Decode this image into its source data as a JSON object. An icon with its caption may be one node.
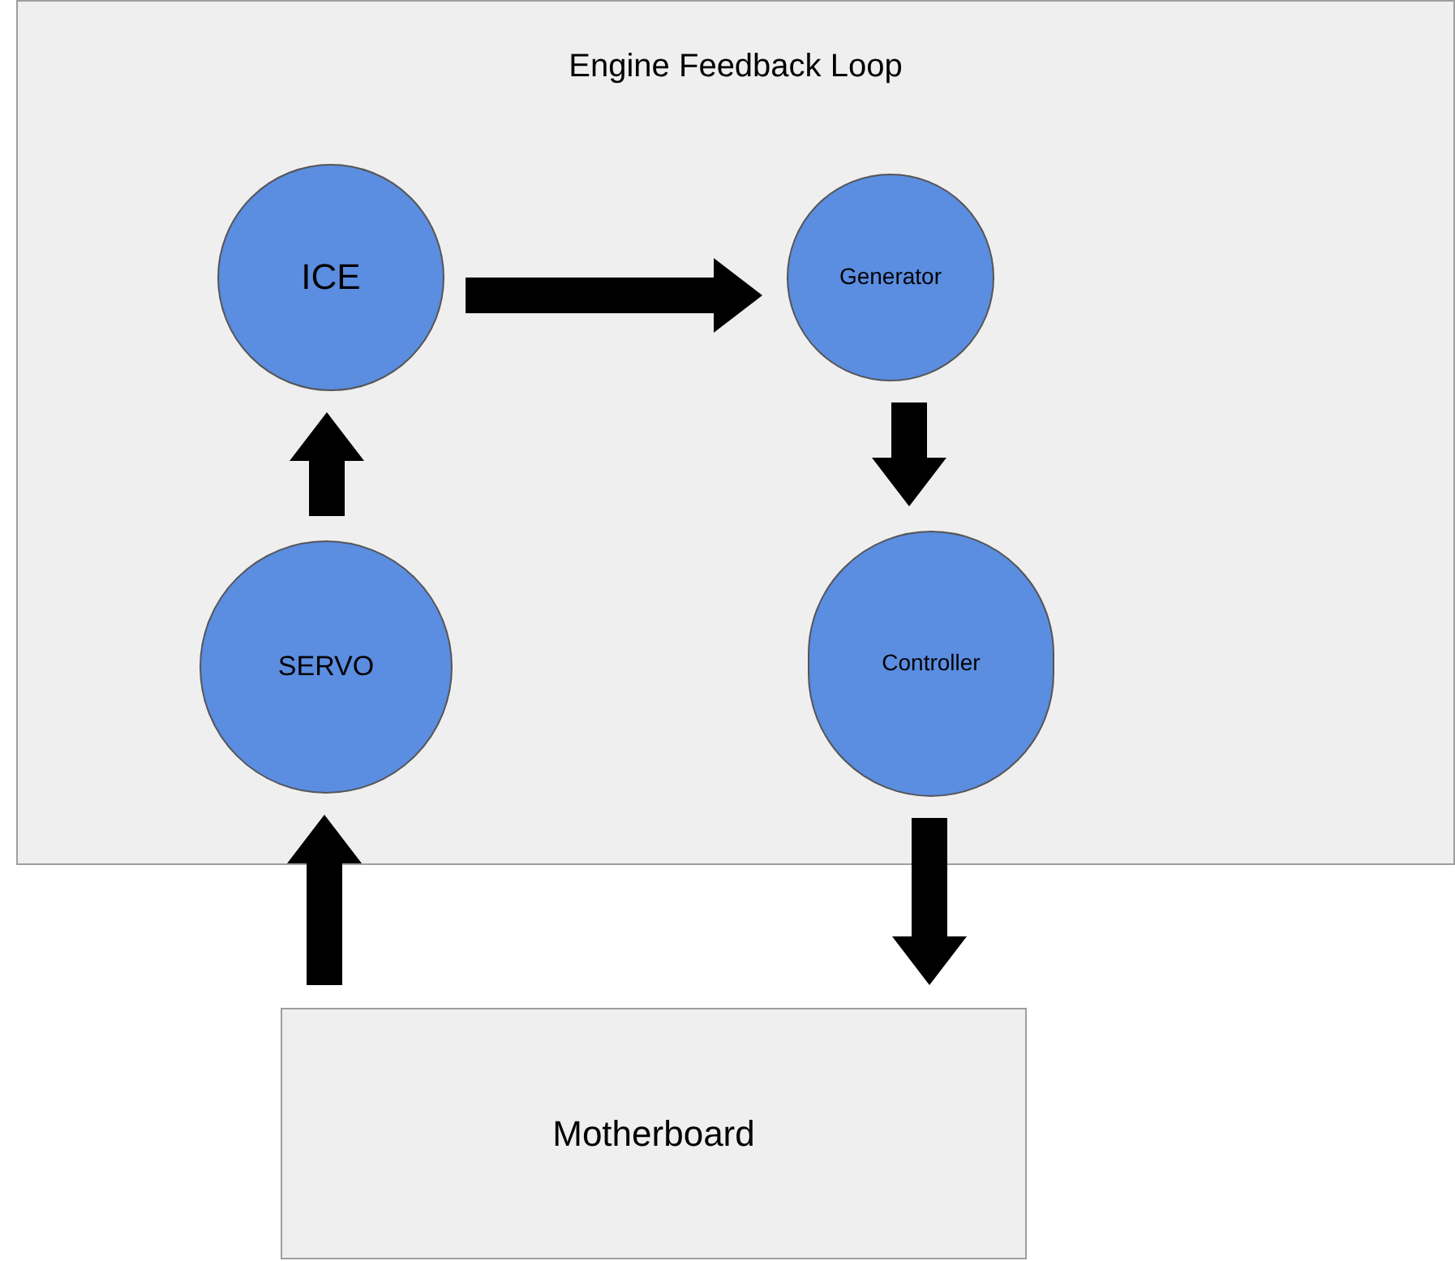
{
  "diagram": {
    "nodes": [
      {
        "text": [
          "Engine Feedback Loop"
        ]
      },
      {
        "text": [
          "ICE"
        ],
        "in": 0
      },
      {
        "text": [
          "Generator"
        ],
        "in": 0
      },
      {
        "text": [
          "SERVO"
        ],
        "in": 0
      },
      {
        "text": [
          "Controller"
        ],
        "in": 0
      },
      {
        "text": [
          "Motherboard"
        ]
      }
    ],
    "edges": [
      {
        "from": 1,
        "to": 2,
        "arrow": "to"
      },
      {
        "from": 2,
        "to": 4,
        "arrow": "to"
      },
      {
        "from": 3,
        "to": 1,
        "arrow": "to"
      },
      {
        "from": 5,
        "to": 3,
        "arrow": "to"
      },
      {
        "from": 4,
        "to": 5,
        "arrow": "to"
      }
    ]
  }
}
